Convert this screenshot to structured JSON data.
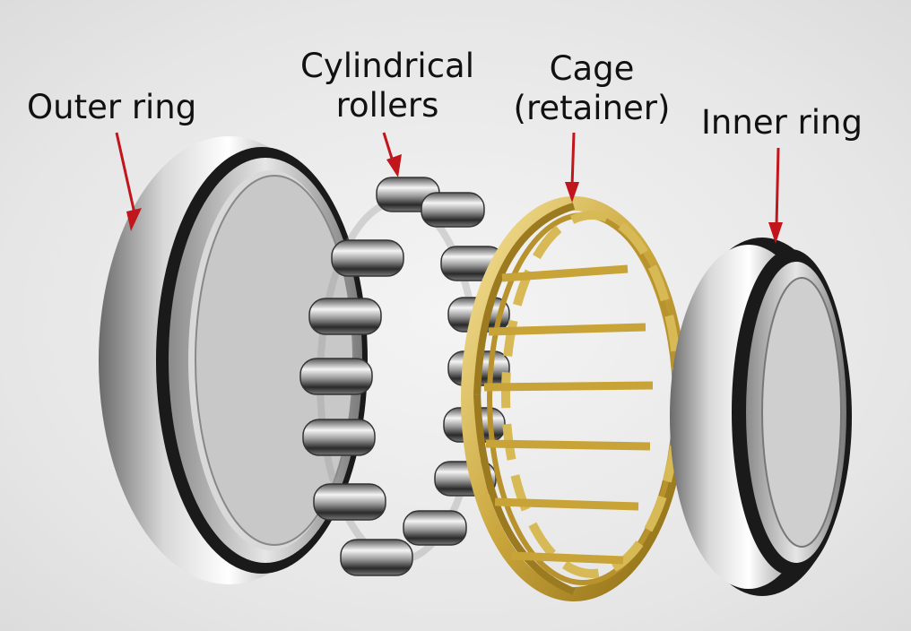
{
  "labels": {
    "outer_ring": "Outer ring",
    "rollers_line1": "Cylindrical",
    "rollers_line2": "rollers",
    "cage_line1": "Cage",
    "cage_line2": "(retainer)",
    "inner_ring": "Inner ring"
  },
  "colors": {
    "arrow": "#c0161c",
    "steel_light": "#f2f2f2",
    "steel_dark": "#5c5c5c",
    "seal_black": "#1a1a1a",
    "brass_light": "#f1da7e",
    "brass_dark": "#8a6a14"
  }
}
